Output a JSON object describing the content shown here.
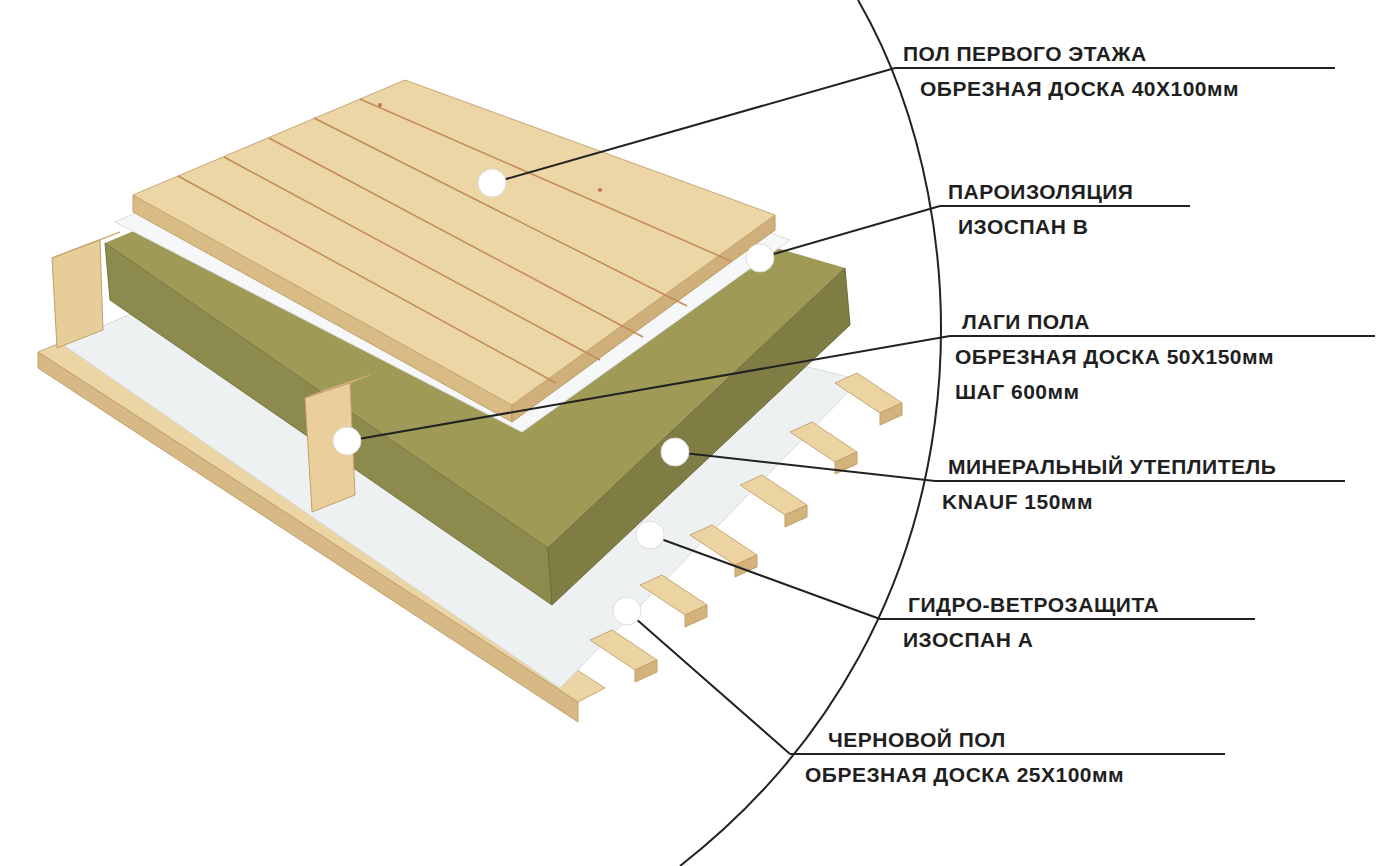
{
  "diagram": {
    "labels": [
      "ПОЛ ПЕРВОГО ЭТАЖА",
      "ОБРЕЗНАЯ ДОСКА 40Х100мм",
      "ПАРОИЗОЛЯЦИЯ",
      "ИЗОСПАН В",
      "ЛАГИ ПОЛА",
      "ОБРЕЗНАЯ ДОСКА 50Х150мм",
      "ШАГ 600мм",
      "МИНЕРАЛЬНЫЙ УТЕПЛИТЕЛЬ",
      "KNAUF 150мм",
      "ГИДРО-ВЕТРОЗАЩИТА",
      "ИЗОСПАН А",
      "ЧЕРНОВОЙ ПОЛ",
      "ОБРЕЗНАЯ ДОСКА 25Х100мм"
    ]
  }
}
